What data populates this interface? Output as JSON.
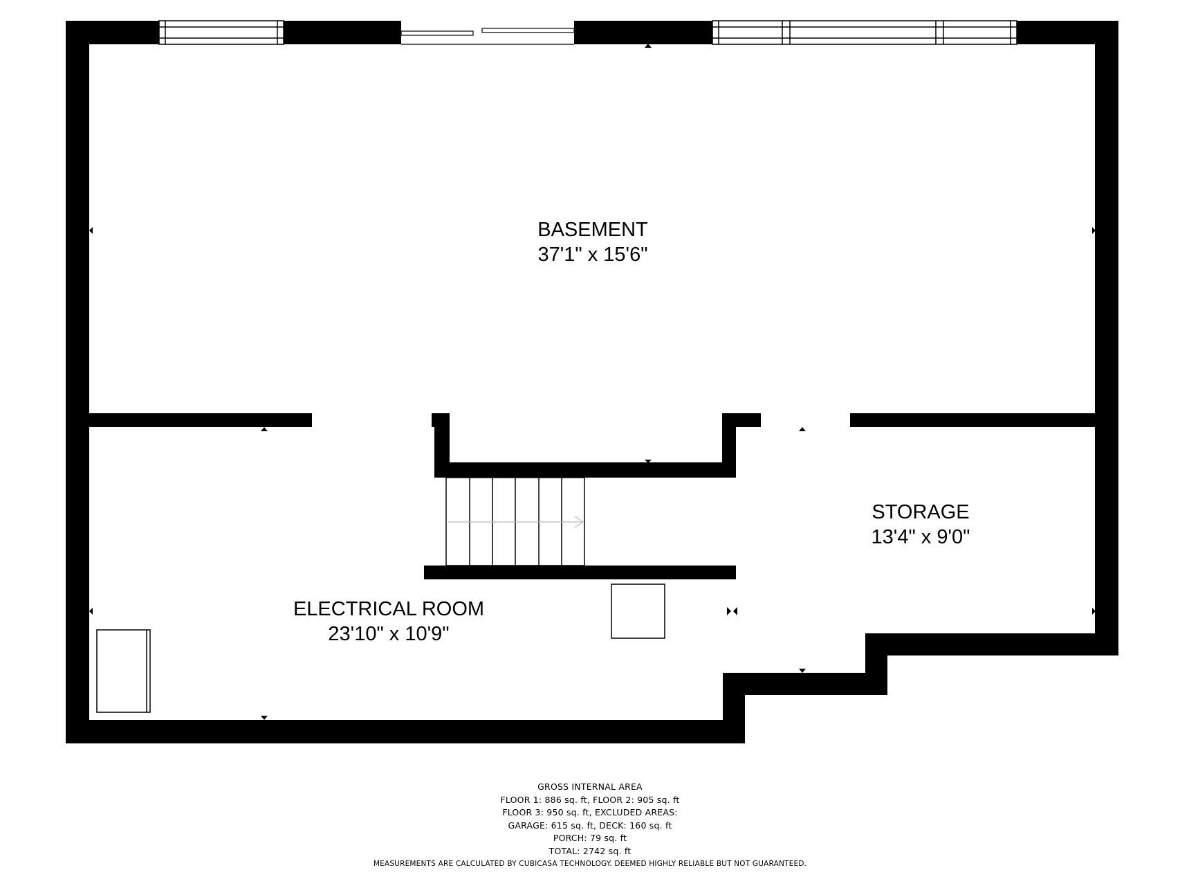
{
  "rooms": {
    "basement": {
      "name": "BASEMENT",
      "dims": "37'1\" x 15'6\""
    },
    "electrical": {
      "name": "ELECTRICAL ROOM",
      "dims": "23'10\" x 10'9\""
    },
    "storage": {
      "name": "STORAGE",
      "dims": "13'4\" x 9'0\""
    }
  },
  "footer": {
    "line1": "GROSS INTERNAL AREA",
    "line2": "FLOOR 1: 886 sq. ft, FLOOR 2: 905 sq. ft",
    "line3": "FLOOR 3: 950 sq. ft, EXCLUDED AREAS:",
    "line4": "GARAGE: 615 sq. ft, DECK: 160 sq. ft",
    "line5": "PORCH: 79 sq. ft",
    "line6": "TOTAL: 2742 sq. ft",
    "disclaimer": "MEASUREMENTS ARE CALCULATED BY CUBICASA TECHNOLOGY. DEEMED HIGHLY RELIABLE BUT NOT GUARANTEED."
  },
  "colors": {
    "wall": "#000000",
    "background": "#ffffff",
    "stair_arrow": "#bbbbbb"
  }
}
